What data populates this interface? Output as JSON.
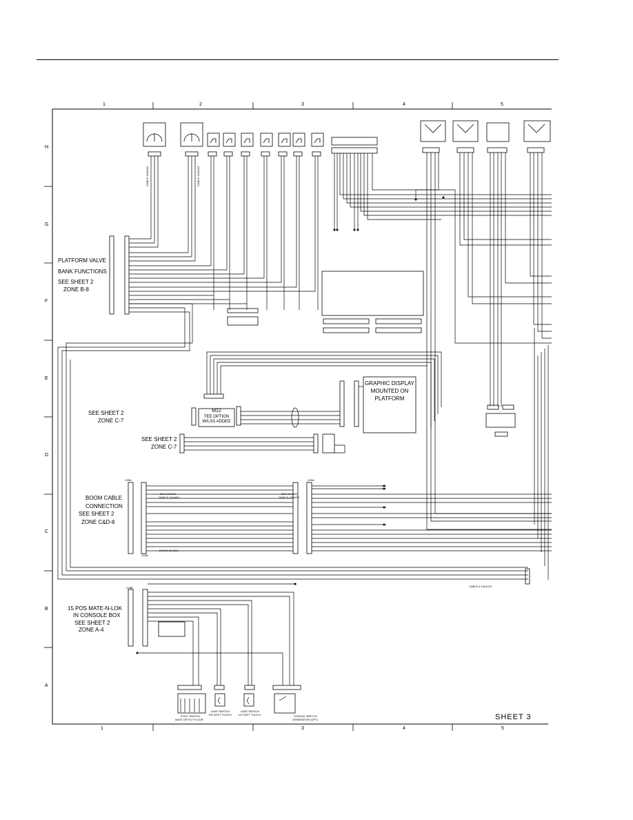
{
  "sheet_label": "SHEET   3",
  "zone_columns_top": [
    "1",
    "2",
    "3",
    "4",
    "5"
  ],
  "zone_columns_bottom": [
    "1",
    "3",
    "4",
    "5"
  ],
  "zone_rows": [
    "H",
    "G",
    "F",
    "E",
    "D",
    "C",
    "B",
    "A"
  ],
  "left_labels": {
    "platform_valve": [
      "PLATFORM VALVE",
      "BANK FUNCTIONS",
      "SEE SHEET 2",
      "ZONE B-8"
    ],
    "see_sheet_c7_a": [
      "SEE SHEET 2",
      "ZONE C-7"
    ],
    "see_sheet_c7_b": [
      "SEE SHEET 2",
      "ZONE C-7"
    ],
    "boom_cable": [
      "BOOM CABLE",
      "CONNECTION",
      "SEE SHEET 2",
      "ZONE C&D-8"
    ],
    "mate_n_lok": [
      "15 POS MATE-N-LOK",
      "IN CONSOLE BOX",
      "SEE SHEET 2",
      "ZONE A-4"
    ]
  },
  "m12_box": [
    "M12",
    "TEE OPTION",
    "W/LSS ADDED"
  ],
  "graphic_display": [
    "GRAPHIC DISPLAY",
    "MOUNTED ON",
    "PLATFORM"
  ],
  "bottom_devices": {
    "foot_switch": [
      "FOOT SWITCH",
      "MATS OR FLT FLOOR"
    ],
    "limit_switch_rh": [
      "LIMIT SWITCH",
      "RH SOFT TOUCH"
    ],
    "limit_switch_lh": [
      "LIMIT SWITCH",
      "LH SOFT TOUCH"
    ],
    "toggle_switch": [
      "TOGGLE SWITCH",
      "GENERATOR (OPT)"
    ]
  },
  "cable_note": "CABLE # 1001073",
  "connector_refs": {
    "x28a": "X28A",
    "x29a": "X29A",
    "x28b": "X28B",
    "x29b": "X29B"
  },
  "wire_notes": {
    "blk_wire_a": "BLK 18 AWG",
    "shield_a": "SHIELD 18 AWG",
    "blk_wire_b": "BLK 18 AWG",
    "shield_b": "SHIELD 18 AWG",
    "drain": "DRAIN 18 AWG"
  },
  "vertical_labels": {
    "cable_a": "CABLE 1001102",
    "cable_b": "CABLE 1001103"
  }
}
